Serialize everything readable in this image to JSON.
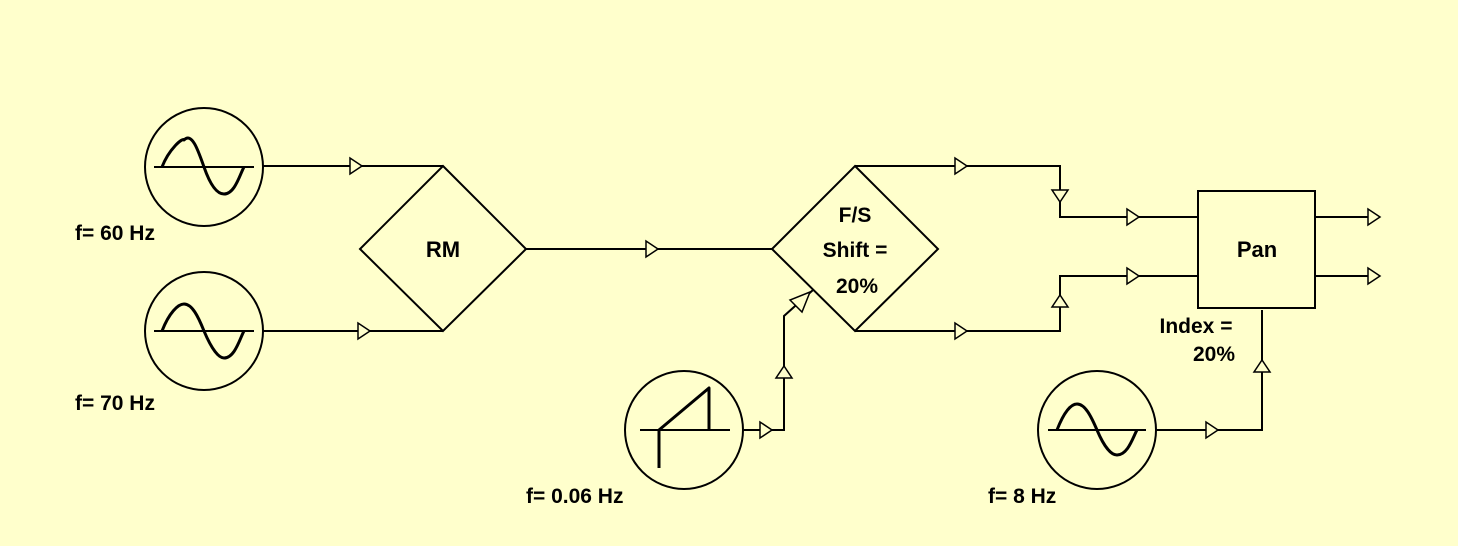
{
  "colors": {
    "background": "#ffffcc",
    "stroke": "#000000"
  },
  "oscillators": {
    "osc1": {
      "freq_label": "f= 60 Hz",
      "icon": "sine-wave-icon"
    },
    "osc2": {
      "freq_label": "f= 70 Hz",
      "icon": "sine-wave-icon"
    },
    "osc3": {
      "freq_label": "f= 0.06 Hz",
      "icon": "sawtooth-wave-icon"
    },
    "osc4": {
      "freq_label": "f= 8 Hz",
      "icon": "sine-wave-icon"
    }
  },
  "ring_modulator": {
    "label": "RM"
  },
  "frequency_shifter": {
    "label_line1": "F/S",
    "label_line2": "Shift =",
    "label_line3": "20%"
  },
  "panner": {
    "label": "Pan",
    "index_line1": "Index =",
    "index_line2": "20%"
  }
}
